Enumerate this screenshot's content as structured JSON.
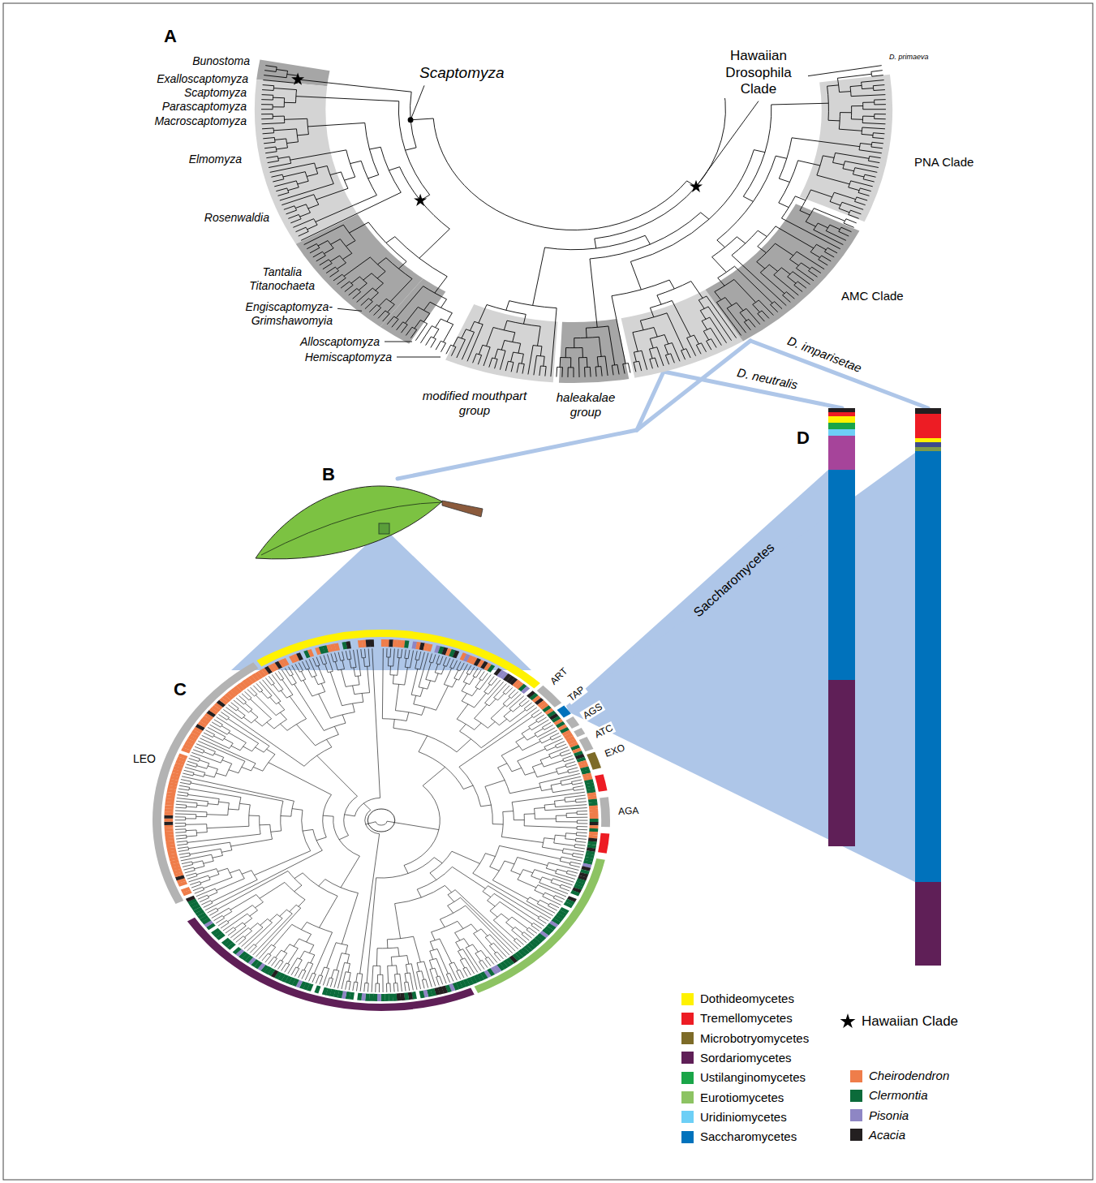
{
  "diagram": {
    "labels": [
      "A",
      "Bunostoma",
      "Exalloscaptomyza",
      "Scaptomyza",
      "Parascaptomyza",
      "Macroscaptomyza",
      "Scaptomyza",
      "Hawaiian Drosophila Clade",
      "D. primaeva",
      "PNA Clade",
      "Elmomyza",
      "Rosenwaldia",
      "Tantalia",
      "Titanochaeta",
      "Engiscaptomyza- Grimshawomyia",
      "Alloscaptomyza",
      "Hemiscaptomyza",
      "modified mouthpart group",
      "haleakalae group",
      "AMC Clade",
      "D. imparisetae",
      "D. neutralis",
      "B",
      "C",
      "D",
      "Saccharomycetes",
      "ART",
      "TAP",
      "AGS",
      "ATC",
      "EXO",
      "AGA",
      "LEO"
    ],
    "legend": [
      {
        "text": "Dothideomycetes",
        "color": "#fff200"
      },
      {
        "text": "Tremellomycetes",
        "color": "#ed1c24"
      },
      {
        "text": "Microbotryomycetes",
        "color": "#7d6b28"
      },
      {
        "text": "Sordariomycetes",
        "color": "#5f1f57"
      },
      {
        "text": "Ustilanginomycetes",
        "color": "#1aa548"
      },
      {
        "text": "Eurotiomycetes",
        "color": "#8dc363"
      },
      {
        "text": "Uridiniomycetes",
        "color": "#6dcff6"
      },
      {
        "text": "Saccharomycetes",
        "color": "#0072bc"
      },
      {
        "text": "Hawaiian Clade"
      },
      {
        "text": "Cheirodendron",
        "color": "#ef7d4a"
      },
      {
        "text": "Clermontia",
        "color": "#0b6b3a"
      },
      {
        "text": "Pisonia",
        "color": "#8e86c4"
      },
      {
        "text": "Acacia",
        "color": "#231f20"
      }
    ]
  }
}
